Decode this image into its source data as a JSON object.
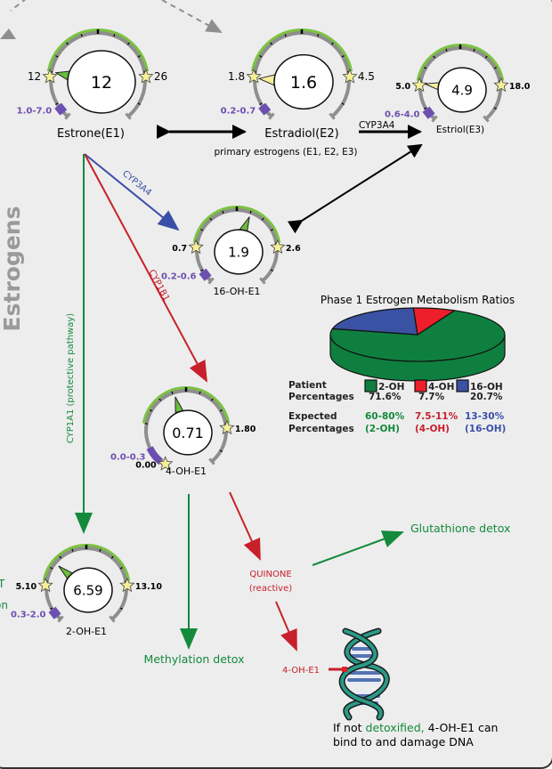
{
  "section_title": "Estrogens",
  "colors": {
    "green": "#138a3c",
    "red": "#c8202a",
    "blue": "#3a4fa8",
    "purple": "#6d4fb0",
    "gauge_track": "#8e8e8e",
    "gauge_green": "#7cc242",
    "star": "#f6ef9a",
    "pie_green": "#0f7f3f",
    "pie_red": "#ee1f2b",
    "pie_blue": "#3a52a4",
    "title_gray": "#9a9a9a"
  },
  "gauges": [
    {
      "id": "e1",
      "name": "Estrone(E1)",
      "value": "12",
      "low": "12",
      "high": "26",
      "range": "1.0-7.0",
      "pointer_color": "green",
      "pointer_position": 0.0
    },
    {
      "id": "e2",
      "name": "Estradiol(E2)",
      "value": "1.6",
      "low": "1.8",
      "high": "4.5",
      "range": "0.2-0.7",
      "pointer_color": "yellow",
      "pointer_position": -0.05
    },
    {
      "id": "e3",
      "name": "Estriol(E3)",
      "value": "4.9",
      "low": "5.0",
      "high": "18.0",
      "range": "0.6-4.0",
      "pointer_color": "yellow",
      "pointer_position": -0.02
    },
    {
      "id": "oh16",
      "name": "16-OH-E1",
      "value": "1.9",
      "low": "0.7",
      "high": "2.6",
      "range": "0.2-0.6",
      "pointer_color": "green",
      "pointer_position": 0.63
    },
    {
      "id": "oh4",
      "name": "4-OH-E1",
      "value": "0.71",
      "low": "0.00",
      "high": "1.80",
      "range": "0.0-0.3",
      "pointer_color": "green",
      "pointer_position": 0.39
    },
    {
      "id": "oh2",
      "name": "2-OH-E1",
      "value": "6.59",
      "low": "5.10",
      "high": "13.10",
      "range": "0.3-2.0",
      "pointer_color": "green",
      "pointer_position": 0.18
    }
  ],
  "labels": {
    "primary_estrogens": "primary estrogens (E1, E2, E3)",
    "cyp3a4_e2_e3": "CYP3A4",
    "cyp3a4_e1_16oh": "CYP3A4",
    "cyp1b1": "CYP1B1",
    "cyp1a1": "CYP1A1 (protective pathway)",
    "methylation_detox": "Methylation detox",
    "glutathione_detox": "Glutathione detox",
    "quinone": "QUINONE",
    "quinone_sub": "(reactive)",
    "dna_label": "4-OH-E1",
    "warning_prefix": "If not ",
    "warning_highlight": "detoxified,",
    "warning_suffix": " 4-OH-E1 can",
    "warning_line2": "bind to and damage DNA",
    "left_partial_1": "T",
    "left_partial_2": "on"
  },
  "chart_data": {
    "type": "pie",
    "title": "Phase 1 Estrogen Metabolism Ratios",
    "categories": [
      "2-OH",
      "4-OH",
      "16-OH"
    ],
    "values": [
      71.6,
      7.7,
      20.7
    ],
    "value_labels": [
      "71.6%",
      "7.7%",
      "20.7%"
    ],
    "colors": [
      "#0f7f3f",
      "#ee1f2b",
      "#3a52a4"
    ],
    "patient_label_1": "Patient",
    "patient_label_2": "Percentages",
    "expected_label_1": "Expected",
    "expected_label_2": "Percentages",
    "expected_ranges": [
      "60-80%",
      "7.5-11%",
      "13-30%"
    ],
    "expected_sub": [
      "(2-OH)",
      "(4-OH)",
      "(16-OH)"
    ]
  }
}
